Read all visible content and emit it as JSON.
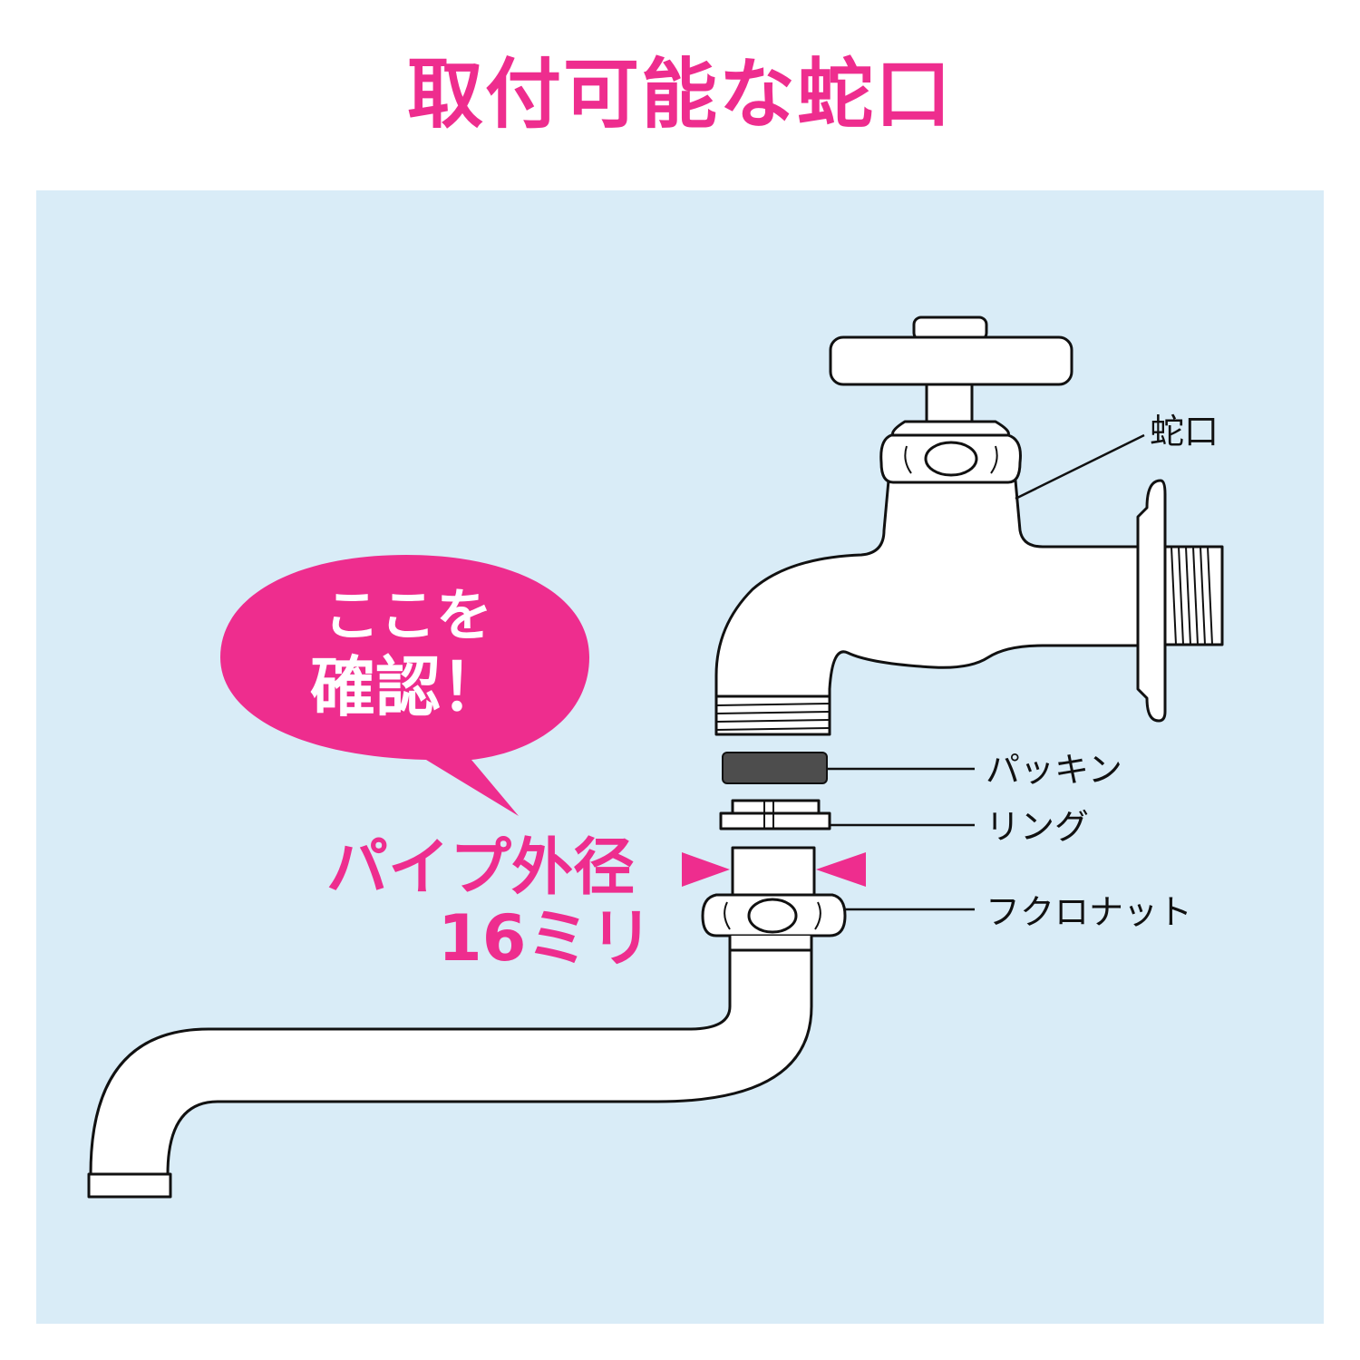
{
  "title": "取付可能な蛇口",
  "labels": {
    "faucet": "蛇口",
    "packing": "パッキン",
    "ring": "リング",
    "nut": "フクロナット"
  },
  "bubble": {
    "line1": "ここを",
    "line2": "確認！"
  },
  "pipe_note": {
    "line1": "パイプ外径",
    "line2": "16ミリ"
  },
  "colors": {
    "accent": "#ee2d8e",
    "panel": "#d9ecf7",
    "outline": "#111111",
    "packing": "#4d4d4d"
  }
}
